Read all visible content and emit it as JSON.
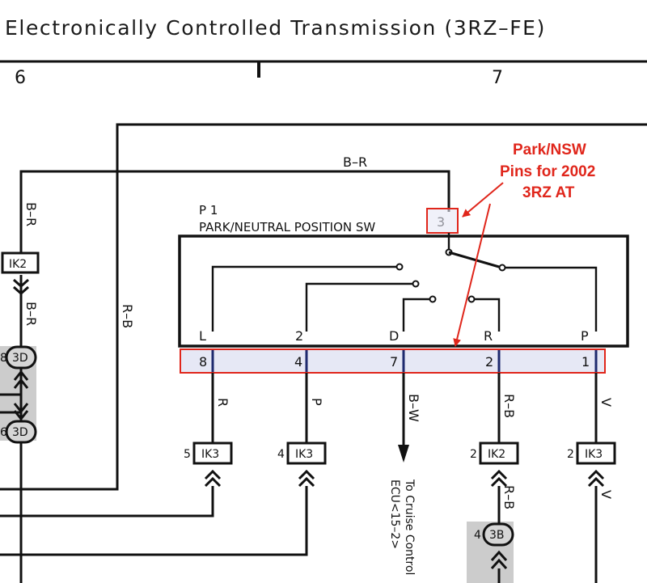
{
  "title": "Electronically Controlled Transmission (3RZ–FE)",
  "columns": {
    "left": "6",
    "right": "7"
  },
  "wires": {
    "top_loop": "B–R",
    "left_vertical_upper": "B–R",
    "left_vertical_lower": "B–R",
    "long_vertical": "R–B",
    "l_out": "R",
    "two_out": "P",
    "d_out": "B–W",
    "r_out": "R–B",
    "p_out": "V",
    "r_lower": "R–B",
    "p_lower": "V"
  },
  "switch": {
    "ref": "P 1",
    "name": "PARK/NEUTRAL POSITION SW",
    "input_pin": "3",
    "positions": [
      "L",
      "2",
      "D",
      "R",
      "P"
    ],
    "pins": [
      "8",
      "4",
      "7",
      "2",
      "1"
    ]
  },
  "connectors": {
    "ik2_top": "IK2",
    "j3d_top": "3D",
    "j3d_bottom": "3D",
    "j3d_left_pin_top": "8",
    "j3d_left_pin_bottom": "6",
    "ik3_l": {
      "label": "IK3",
      "pin": "5"
    },
    "ik3_2": {
      "label": "IK3",
      "pin": "4"
    },
    "ik2_r": {
      "label": "IK2",
      "pin": "2"
    },
    "ik3_p": {
      "label": "IK3",
      "pin": "2"
    },
    "j3b": {
      "label": "3B",
      "pin": "4"
    }
  },
  "cruise_note": [
    "To Cruise Control",
    "ECU<15–2>"
  ],
  "annotation": [
    "Park/NSW",
    "Pins for 2002",
    "3RZ AT"
  ],
  "colors": {
    "highlight": "#e0261b",
    "pin_band": "#e6e8f5",
    "shade": "#cccccc",
    "ink": "#111111"
  }
}
